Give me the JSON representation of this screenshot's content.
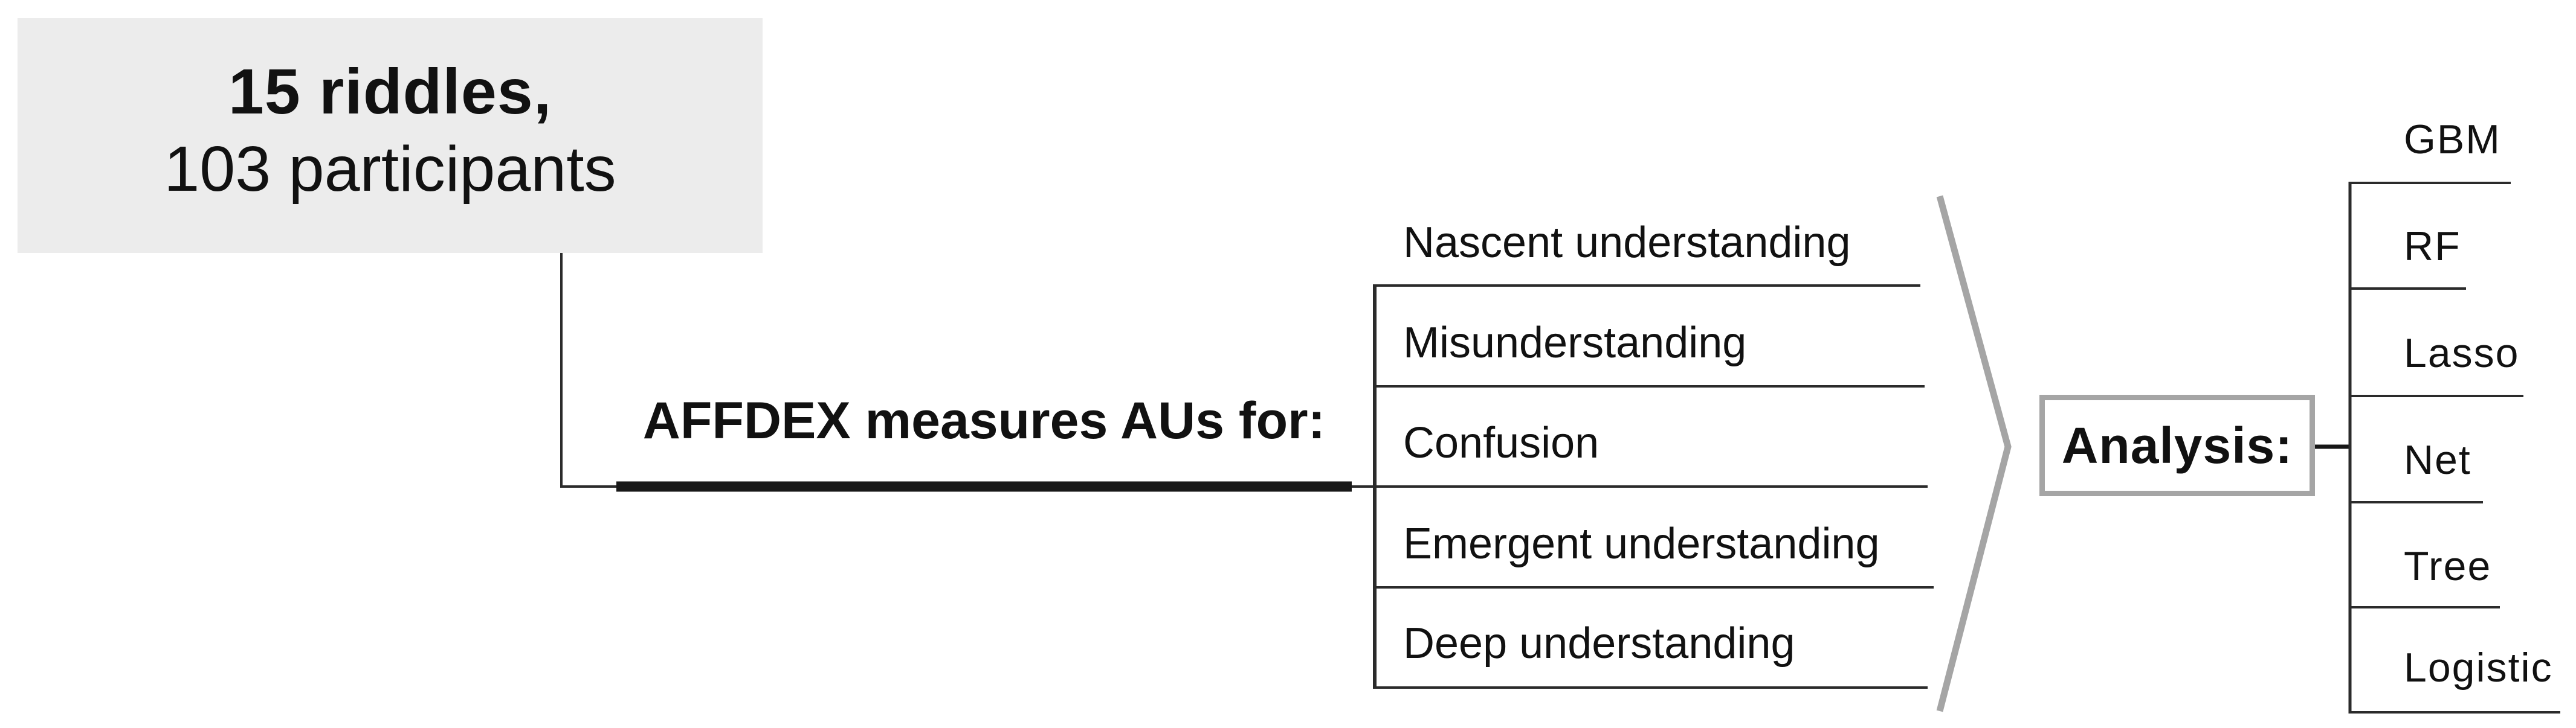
{
  "title_box": {
    "line1": "15 riddles,",
    "line2": "103 participants"
  },
  "branch": {
    "label": "AFFDEX measures AUs for:"
  },
  "states": [
    "Nascent understanding",
    "Misunderstanding",
    "Confusion",
    "Emergent understanding",
    "Deep understanding"
  ],
  "analysis": {
    "label": "Analysis:"
  },
  "models": [
    "GBM",
    "RF",
    "Lasso",
    "Net",
    "Tree",
    "Logistic"
  ],
  "colors": {
    "background": "#ffffff",
    "box_fill": "#ececec",
    "line_dark": "#2b2b2b",
    "thick_bar": "#191919",
    "accent_gray": "#a5a5a5"
  }
}
